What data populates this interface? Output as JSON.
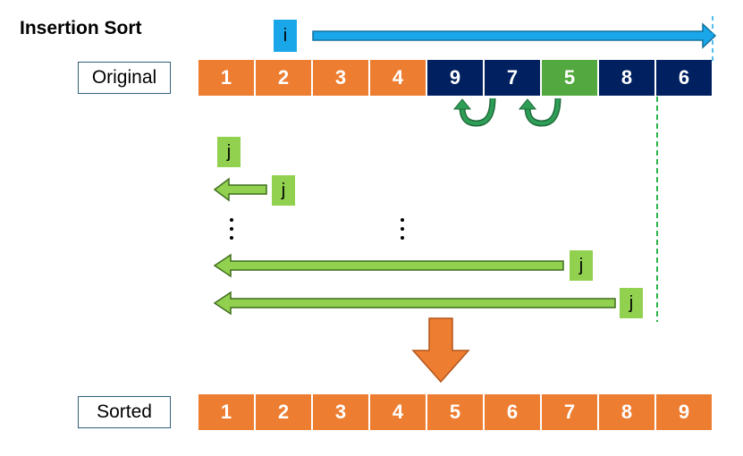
{
  "title": "Insertion Sort",
  "original": {
    "label": "Original",
    "cells": [
      {
        "value": "1",
        "color": "#ed7d31"
      },
      {
        "value": "2",
        "color": "#ed7d31"
      },
      {
        "value": "3",
        "color": "#ed7d31"
      },
      {
        "value": "4",
        "color": "#ed7d31"
      },
      {
        "value": "9",
        "color": "#002060"
      },
      {
        "value": "7",
        "color": "#002060"
      },
      {
        "value": "5",
        "color": "#53a93f"
      },
      {
        "value": "8",
        "color": "#002060"
      },
      {
        "value": "6",
        "color": "#002060"
      }
    ]
  },
  "sorted": {
    "label": "Sorted",
    "cells": [
      {
        "value": "1",
        "color": "#ed7d31"
      },
      {
        "value": "2",
        "color": "#ed7d31"
      },
      {
        "value": "3",
        "color": "#ed7d31"
      },
      {
        "value": "4",
        "color": "#ed7d31"
      },
      {
        "value": "5",
        "color": "#ed7d31"
      },
      {
        "value": "6",
        "color": "#ed7d31"
      },
      {
        "value": "7",
        "color": "#ed7d31"
      },
      {
        "value": "8",
        "color": "#ed7d31"
      },
      {
        "value": "9",
        "color": "#ed7d31"
      }
    ]
  },
  "pointers": {
    "i": "i",
    "j1": "j",
    "j2": "j",
    "j3": "j",
    "j4": "j"
  },
  "colors": {
    "i_pointer": "#1aa7ea",
    "j_pointer": "#92d050",
    "swap_arrow": "#2e8b57",
    "down_arrow": "#ed7d31",
    "marker_line": "#2db34a"
  }
}
